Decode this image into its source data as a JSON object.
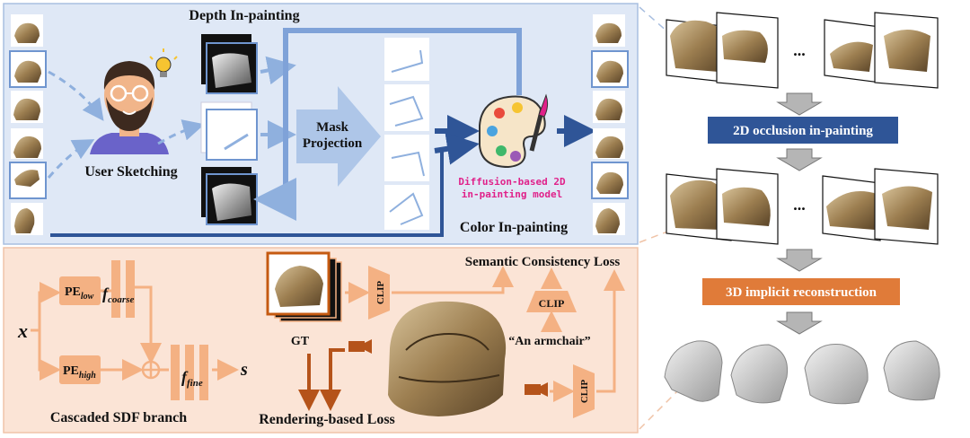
{
  "top_panel": {
    "title": "Depth In-painting",
    "user_label": "User Sketching",
    "projection_label_1": "Mask",
    "projection_label_2": "Projection",
    "model_label_1": "Diffusion-based 2D",
    "model_label_2": "in-painting model",
    "color_label": "Color In-painting"
  },
  "right_panel": {
    "ellipsis_1": "...",
    "ellipsis_2": "...",
    "step1_label": "2D occlusion in-painting",
    "step2_label": "3D implicit reconstruction"
  },
  "bottom_panel": {
    "input_x": "x",
    "pe_low": "PE",
    "pe_low_sub": "low",
    "pe_high": "PE",
    "pe_high_sub": "high",
    "f_coarse": "f",
    "f_coarse_sub": "coarse",
    "f_fine": "f",
    "f_fine_sub": "fine",
    "output_s": "s",
    "sdf_label": "Cascaded SDF branch",
    "gt_label": "GT",
    "clip_1": "CLIP",
    "clip_2": "CLIP",
    "clip_3": "CLIP",
    "semantic_label": "Semantic Consistency Loss",
    "prompt": "“An armchair”",
    "render_label": "Rendering-based Loss"
  },
  "colors": {
    "top_bg": "#dfe8f6",
    "bottom_bg": "#fbe4d6",
    "blue_arrow": "#8fb0de",
    "dark_blue": "#2f5597",
    "orange_box": "#f4b183",
    "orange_dark": "#c55a11",
    "step_blue": "#2f5597",
    "step_orange": "#e07b39",
    "model_pink": "#e0218a"
  }
}
